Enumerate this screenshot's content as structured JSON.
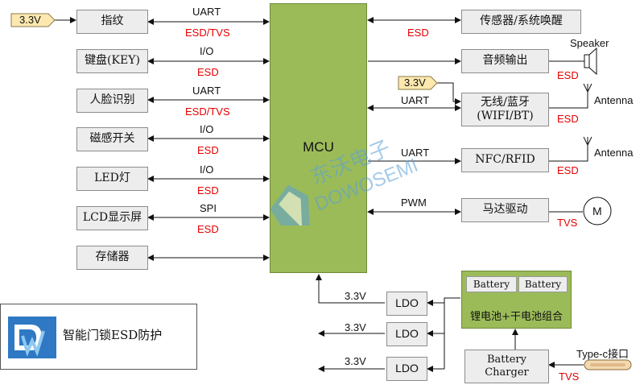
{
  "input_voltage": "3.3V",
  "mcu_label": "MCU",
  "left_blocks": [
    {
      "name": "fingerprint",
      "label": "指纹",
      "bus": "UART",
      "protection": "ESD/TVS"
    },
    {
      "name": "keypad",
      "label": "键盘(KEY)",
      "bus": "I/O",
      "protection": "ESD"
    },
    {
      "name": "face-recognition",
      "label": "人脸识别",
      "bus": "UART",
      "protection": "ESD/TVS"
    },
    {
      "name": "magnetic-switch",
      "label": "磁感开关",
      "bus": "I/O",
      "protection": "ESD"
    },
    {
      "name": "led",
      "label": "LED灯",
      "bus": "I/O",
      "protection": "ESD"
    },
    {
      "name": "lcd",
      "label": "LCD显示屏",
      "bus": "SPI",
      "protection": "ESD"
    },
    {
      "name": "storage",
      "label": "存储器",
      "bus": "",
      "protection": ""
    }
  ],
  "right_blocks": {
    "sensor": {
      "label": "传感器/系统唤醒",
      "protection": "ESD"
    },
    "audio": {
      "label": "音频输出",
      "protection": "ESD",
      "peripheral": "Speaker"
    },
    "wireless": {
      "label_line1": "无线/蓝牙",
      "label_line2": "(WIFI/BT)",
      "bus": "UART",
      "protection": "ESD",
      "antenna": "Antenna",
      "supply": "3.3V"
    },
    "nfc": {
      "label": "NFC/RFID",
      "bus": "UART",
      "protection": "ESD",
      "antenna": "Antenna"
    },
    "motor": {
      "label": "马达驱动",
      "bus": "PWM",
      "protection": "TVS",
      "motor_symbol": "M"
    }
  },
  "power": {
    "ldo_label": "LDO",
    "ldo_outputs": [
      "3.3V",
      "3.3V",
      "3.3V"
    ],
    "battery_cells": [
      "Battery",
      "Battery"
    ],
    "battery_pack": "锂电池+干电池组合",
    "charger_line1": "Battery",
    "charger_line2": "Charger",
    "charger_protection": "TVS",
    "usb_port": "Type-c接口"
  },
  "brand": {
    "watermark_cn": "东沃电子",
    "watermark_en": "DOWOSEMI",
    "card_title": "智能门锁ESD防护"
  },
  "colors": {
    "mcu": "#9bbb59",
    "box": "#ededed",
    "protection": "#e60000",
    "voltage_tag": "#fde9b0"
  }
}
